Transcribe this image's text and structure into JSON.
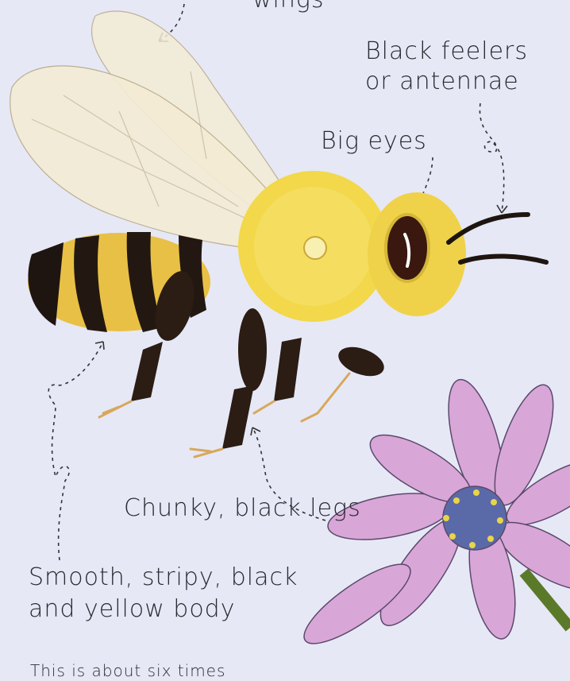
{
  "labels": {
    "top_partial": "wings",
    "feelers_line1": "Black feelers",
    "feelers_line2": "or antennae",
    "eyes": "Big eyes",
    "legs": "Chunky, black legs",
    "body_line1": "Smooth, stripy, black",
    "body_line2": "and yellow body",
    "footnote": "This is about six times"
  },
  "colors": {
    "background": "#e6e8f6",
    "bee_yellow": "#f2d84a",
    "bee_black": "#2b1d14",
    "petal_pink": "#d9a6d8",
    "flower_center": "#5a6aa8",
    "stem_green": "#7aa54a"
  }
}
